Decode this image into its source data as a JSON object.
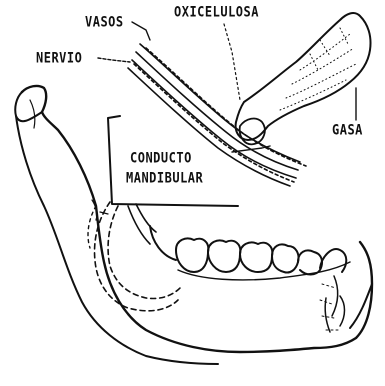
{
  "labels": {
    "vasos": "VASOS",
    "oxicelulosa": "OXICELULOSA",
    "nervio": "NERVIO",
    "gasa": "GASA",
    "conducto": "CONDUCTO",
    "mandibular": "MANDIBULAR"
  },
  "colors": {
    "ink": "#111111",
    "paper": "#ffffff"
  }
}
